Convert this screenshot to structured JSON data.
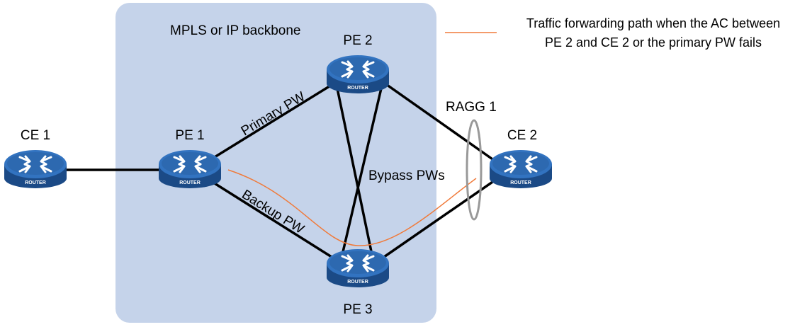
{
  "backbone": {
    "label": "MPLS or IP backbone",
    "fill": "#c5d3ea"
  },
  "routers": [
    {
      "id": "ce1",
      "name": "CE 1",
      "badge": "ROUTER"
    },
    {
      "id": "pe1",
      "name": "PE 1",
      "badge": "ROUTER"
    },
    {
      "id": "pe2",
      "name": "PE 2",
      "badge": "ROUTER"
    },
    {
      "id": "pe3",
      "name": "PE 3",
      "badge": "ROUTER"
    },
    {
      "id": "ce2",
      "name": "CE 2",
      "badge": "ROUTER"
    }
  ],
  "links": {
    "primary_pw": "Primary PW",
    "backup_pw": "Backup PW",
    "bypass_pws": "Bypass PWs",
    "ragg": "RAGG 1"
  },
  "legend": {
    "line1": "Traffic forwarding path when the AC between",
    "line2": "PE 2 and CE 2 or the primary PW fails",
    "color": "#f07a3a"
  },
  "colors": {
    "router_top": "#2f6cb5",
    "router_side": "#1b4a86",
    "link": "#000000",
    "ragg_ring": "#999999"
  }
}
